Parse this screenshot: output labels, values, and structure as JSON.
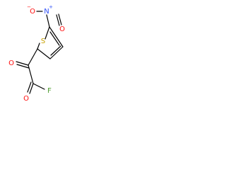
{
  "molecule": {
    "atoms": {
      "nitro_oxygen_top": "O",
      "nitro_oxygen_top_charge": "−",
      "nitro_nitrogen": "N",
      "nitro_nitrogen_charge": "+",
      "nitro_oxygen_double": "O",
      "sulfur": "S",
      "ketone_oxygen": "O",
      "acyl_oxygen": "O",
      "fluorine": "F"
    },
    "colors": {
      "oxygen": "#ff0d0d",
      "nitrogen": "#3050f8",
      "sulfur": "#c8a000",
      "fluorine": "#4a9a2a",
      "bond": "#000000"
    }
  }
}
